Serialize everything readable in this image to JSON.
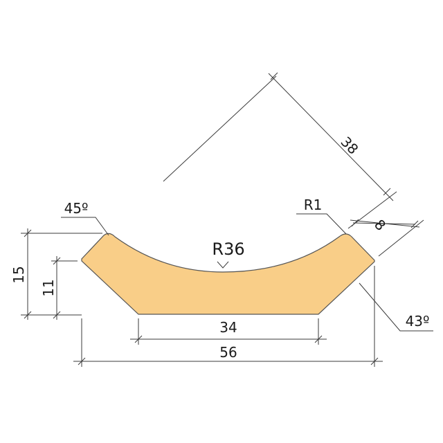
{
  "colors": {
    "profile_fill": "#F9CE88",
    "profile_stroke": "#555555",
    "line": "#3a3a3a",
    "text": "#1a1a1a"
  },
  "labels": {
    "total_height": "15",
    "side_height": "11",
    "bottom_width": "34",
    "total_width": "56",
    "diagonal_length": "38",
    "diagonal_thickness": "8",
    "curve_radius": "R36",
    "corner_radius": "R1",
    "left_angle": "45º",
    "right_angle": "43º"
  }
}
